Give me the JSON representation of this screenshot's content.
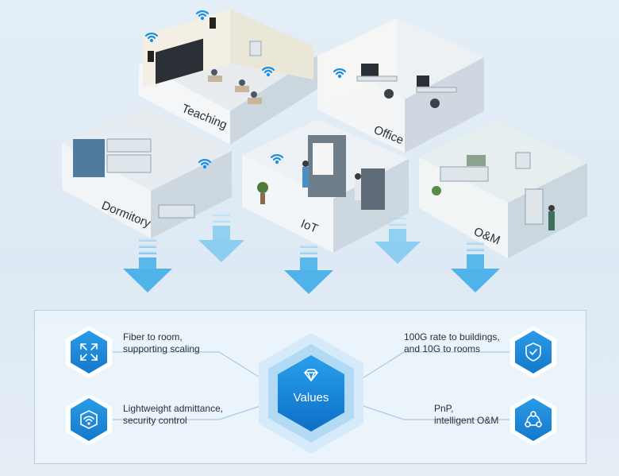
{
  "rooms": {
    "teaching": "Teaching",
    "office": "Office",
    "dormitory": "Dormitory",
    "iot": "IoT",
    "om": "O&M"
  },
  "center": {
    "label": "Values"
  },
  "features": {
    "fiber": {
      "line1": "Fiber to room,",
      "line2": "supporting scaling",
      "icon": "expand-icon"
    },
    "rate": {
      "line1": "100G rate to buildings,",
      "line2": "and 10G to rooms",
      "icon": "shield-check-icon"
    },
    "lightweight": {
      "line1": "Lightweight admittance,",
      "line2": "security control",
      "icon": "wifi-shield-icon"
    },
    "pnp": {
      "line1": "PnP,",
      "line2": "intelligent O&M",
      "icon": "network-nodes-icon"
    }
  },
  "colors": {
    "accent": "#1e8ee0",
    "accent_dark": "#0f6fc0",
    "arrow": "#52b6ea",
    "panel_border": "#b6cde2"
  }
}
